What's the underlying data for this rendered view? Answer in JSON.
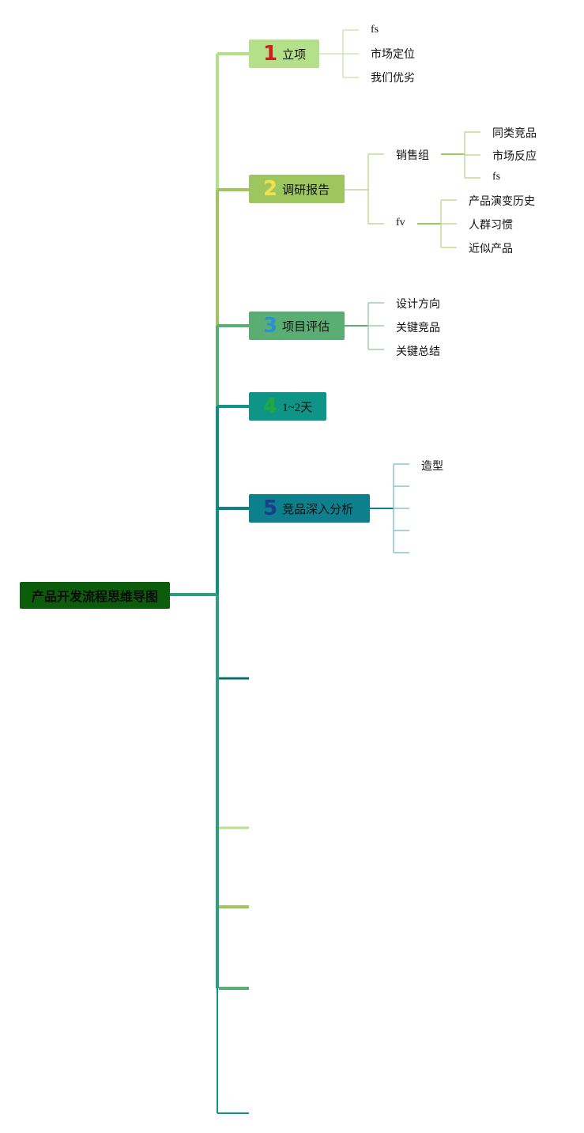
{
  "root": {
    "label": "产品开发流程思维导图"
  },
  "branches": [
    {
      "num": "1",
      "label": "立项",
      "color": "#b5e08a",
      "num_color": "#d11f1f",
      "children": [
        "fs",
        "市场定位",
        "我们优劣"
      ]
    },
    {
      "num": "2",
      "label": "调研报告",
      "color": "#9dc75e",
      "num_color": "#f2e04a",
      "groups": [
        {
          "label": "销售组",
          "children": [
            "同类竞品",
            "市场反应",
            "fs"
          ]
        },
        {
          "label": "fv",
          "children": [
            "产品演变历史",
            "人群习惯",
            "近似产品"
          ]
        }
      ]
    },
    {
      "num": "3",
      "label": "项目评估",
      "color": "#5bae73",
      "num_color": "#2a8fd6",
      "children": [
        "设计方向",
        "关键竞品",
        "关键总结"
      ]
    },
    {
      "num": "4",
      "label": "1~2天",
      "color": "#0f9488",
      "num_color": "#1faa3a",
      "children": []
    },
    {
      "num": "5",
      "label": "竞品深入分析",
      "color": "#0e7f8c",
      "num_color": "#1b3e8f",
      "children": [
        "造型",
        "",
        "",
        "",
        ""
      ]
    }
  ],
  "colors": {
    "trunk_top": "#b5e08a",
    "trunk_mid": "#5bae73",
    "trunk_low": "#0e7f8c",
    "trunk_bottom": "#0f9488",
    "empty_branch_1": "#0b6e6e",
    "empty_branch_2": "#b5e08a",
    "empty_branch_3": "#9dc75e",
    "empty_branch_4": "#5bae73",
    "empty_branch_5": "#0f9488"
  }
}
